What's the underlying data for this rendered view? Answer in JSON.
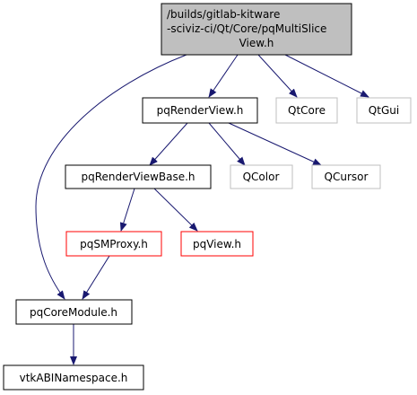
{
  "colors": {
    "edge": "#191970",
    "root_fill": "#bfbfbf",
    "box_black": "#000000",
    "box_gray": "#bfbfbf",
    "box_red": "#ff0000",
    "text": "#000000",
    "ext_text": "#000000"
  },
  "nodes": {
    "root": {
      "lines": [
        "/builds/gitlab-kitware",
        "-sciviz-ci/Qt/Core/pqMultiSlice",
        "View.h"
      ]
    },
    "renderview": {
      "label": "pqRenderView.h"
    },
    "qtcore": {
      "label": "QtCore"
    },
    "qtgui": {
      "label": "QtGui"
    },
    "renderviewbase": {
      "label": "pqRenderViewBase.h"
    },
    "qcolor": {
      "label": "QColor"
    },
    "qcursor": {
      "label": "QCursor"
    },
    "smproxy": {
      "label": "pqSMProxy.h"
    },
    "pqview": {
      "label": "pqView.h"
    },
    "coremodule": {
      "label": "pqCoreModule.h"
    },
    "abinamespace": {
      "label": "vtkABINamespace.h"
    }
  },
  "edges": [
    [
      "root",
      "renderview"
    ],
    [
      "root",
      "qtcore"
    ],
    [
      "root",
      "qtgui"
    ],
    [
      "root",
      "coremodule"
    ],
    [
      "renderview",
      "renderviewbase"
    ],
    [
      "renderview",
      "qcolor"
    ],
    [
      "renderview",
      "qcursor"
    ],
    [
      "renderviewbase",
      "smproxy"
    ],
    [
      "renderviewbase",
      "pqview"
    ],
    [
      "smproxy",
      "coremodule"
    ],
    [
      "coremodule",
      "abinamespace"
    ]
  ]
}
